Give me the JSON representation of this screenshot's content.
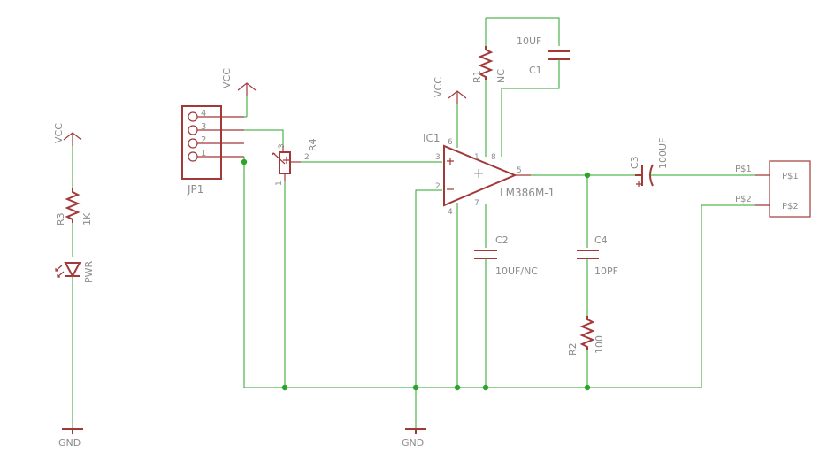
{
  "colors": {
    "wire": "#2aa52a",
    "part": "#a33838",
    "label": "#8c8c8c",
    "background": "#ffffff"
  },
  "supplies": {
    "vcc": "VCC",
    "gnd": "GND"
  },
  "led_branch": {
    "resistor_name": "R3",
    "resistor_value": "1K",
    "led_name": "PWR"
  },
  "connector": {
    "name": "JP1",
    "pins": [
      "4",
      "3",
      "2",
      "1"
    ]
  },
  "pot": {
    "name": "R4",
    "pin1": "1",
    "pin2": "2",
    "pin3": "3"
  },
  "amp": {
    "name": "IC1",
    "part": "LM386M-1",
    "pins": {
      "p6": "6",
      "p3": "3",
      "p2": "2",
      "p4": "4",
      "p1": "1",
      "p8": "8",
      "p7": "7",
      "p5": "5"
    }
  },
  "components": {
    "r1_name": "R1",
    "r1_value": "NC",
    "c1_name": "C1",
    "c1_value": "10UF",
    "c2_name": "C2",
    "c2_value": "10UF/NC",
    "c3_name": "C3",
    "c3_value": "100UF",
    "c4_name": "C4",
    "c4_value": "10PF",
    "r2_name": "R2",
    "r2_value": "100"
  },
  "speaker": {
    "p1": "P$1",
    "p2": "P$2"
  }
}
